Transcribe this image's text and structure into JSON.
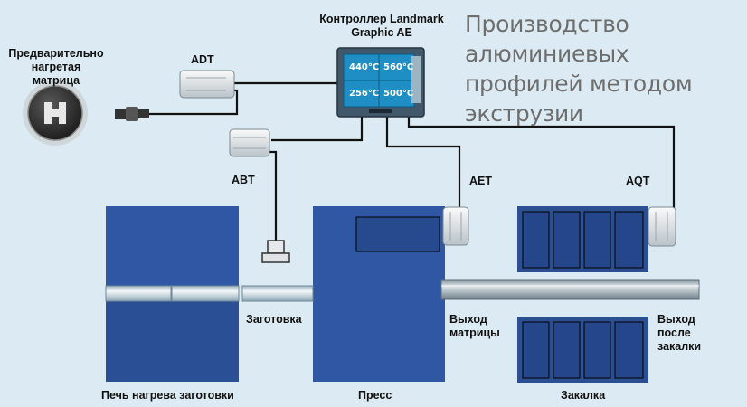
{
  "title": "Производство алюминиевых профилей методом экструзии",
  "controller": {
    "label": "Контроллер Landmark Graphic AE",
    "readings": [
      "440°C",
      "560°C",
      "256°C",
      "500°C"
    ]
  },
  "die": {
    "label": "Предварительно нагретая матрица"
  },
  "sensors": {
    "adt": "ADT",
    "abt": "ABT",
    "aet": "AET",
    "aqt": "AQT"
  },
  "labels": {
    "billet": "Заготовка",
    "die_exit": "Выход матрицы",
    "quench_exit": "Выход после закалки",
    "furnace": "Печь нагрева заготовки",
    "press": "Пресс",
    "quench": "Закалка"
  }
}
